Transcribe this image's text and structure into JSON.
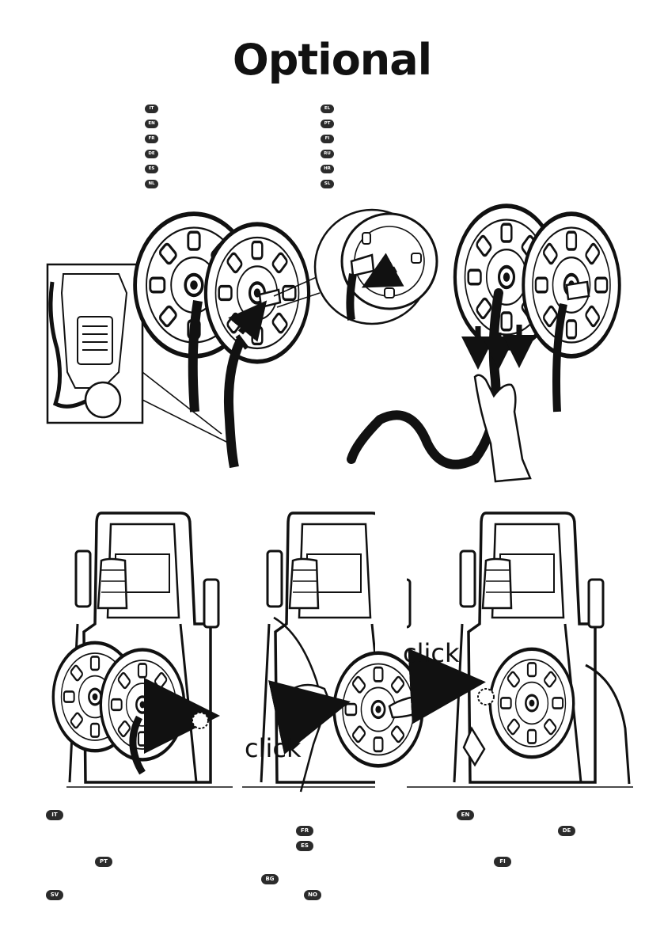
{
  "page": {
    "title": "Optional"
  },
  "language_codes_top": {
    "left": [
      "IT",
      "EN",
      "FR",
      "DE",
      "ES",
      "NL"
    ],
    "right": [
      "EL",
      "PT",
      "FI",
      "RU",
      "HR",
      "SL"
    ]
  },
  "language_codes_bottom": [
    "IT",
    "EN",
    "FR",
    "DE",
    "ES",
    "PT",
    "FI",
    "BG",
    "SV",
    "NO"
  ],
  "illustrations": {
    "click_label_1": "click",
    "click_label_2": "click"
  }
}
